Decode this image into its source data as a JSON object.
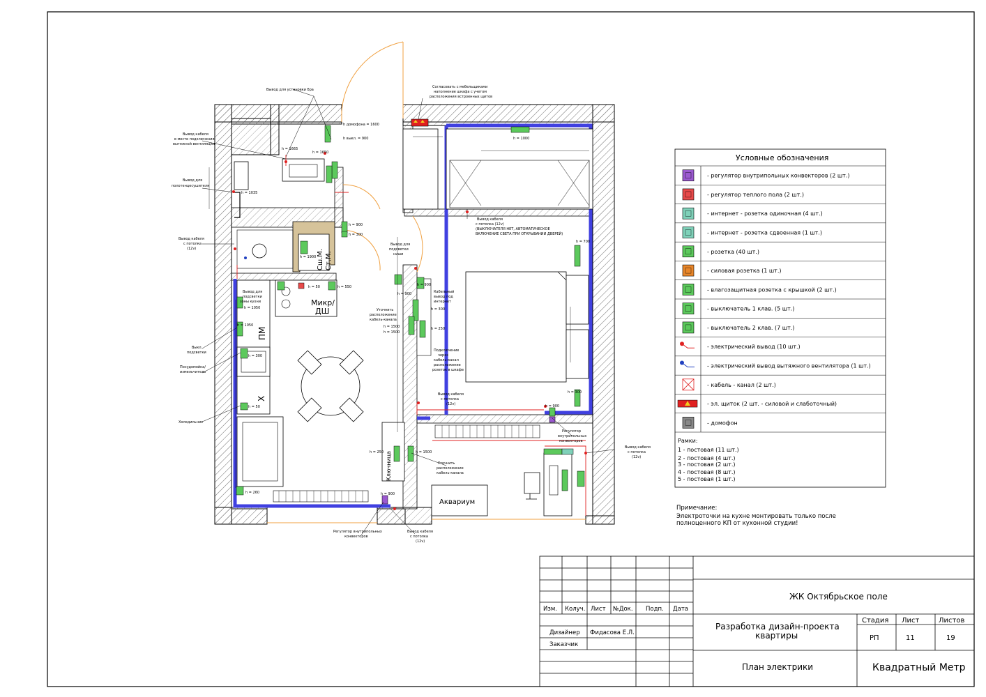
{
  "legend": {
    "title": "Условные обозначения",
    "items": [
      {
        "label": "- регулятор внутрипольных конвекторов (2 шт.)",
        "icon": "convector-regulator-icon",
        "color": "#9b59d0"
      },
      {
        "label": "- регулятор теплого пола (2 шт.)",
        "icon": "floor-heating-regulator-icon",
        "color": "#e84a4a"
      },
      {
        "label": "- интернет - розетка одиночная (4 шт.)",
        "icon": "internet-socket-single-icon",
        "color": "#7fd1b9"
      },
      {
        "label": "- интернет - розетка сдвоенная (1 шт.)",
        "icon": "internet-socket-double-icon",
        "color": "#7fd1b9"
      },
      {
        "label": "- розетка (40 шт.)",
        "icon": "socket-icon",
        "color": "#5cc95c"
      },
      {
        "label": "- силовая розетка (1 шт.)",
        "icon": "power-socket-icon",
        "color": "#e8862a"
      },
      {
        "label": "- влагозащитная розетка с крышкой (2 шт.)",
        "icon": "waterproof-socket-icon",
        "color": "#5cc95c"
      },
      {
        "label": "- выключатель 1 клав. (5 шт.)",
        "icon": "switch-1-key-icon",
        "color": "#5cc95c"
      },
      {
        "label": "- выключатель 2 клав. (7 шт.)",
        "icon": "switch-2-key-icon",
        "color": "#5cc95c"
      },
      {
        "label": "- электрический вывод (10 шт.)",
        "icon": "electric-outlet-point-icon",
        "color": "#e02020"
      },
      {
        "label": "- электрический вывод вытяжного вентилятора (1 шт.)",
        "icon": "fan-outlet-point-icon",
        "color": "#2040c0"
      },
      {
        "label": "- кабель - канал (2 шт.)",
        "icon": "cable-channel-icon",
        "color": "#e02020"
      },
      {
        "label": "- эл. щиток (2 шт. - силовой и слаботочный)",
        "icon": "electric-panel-icon",
        "color": "#e02020"
      },
      {
        "label": "- домофон",
        "icon": "intercom-icon",
        "color": "#888888"
      }
    ],
    "frames_title": "Рамки:",
    "frames": [
      "1 - постовая (11 шт.)",
      "2 - постовая (4 шт.)",
      "3 - постовая (2 шт.)",
      "4 - постовая (8 шт.)",
      "5 - постовая (1 шт.)"
    ]
  },
  "note": {
    "title": "Примечание:",
    "lines": [
      "Электроточки на кухне монтировать только после",
      "полноценного КП от кухонной студии!"
    ]
  },
  "titleblock": {
    "project": "ЖК Октябрьское поле",
    "headers": [
      "Изм.",
      "Колуч.",
      "Лист",
      "№Док.",
      "Подп.",
      "Дата"
    ],
    "designer_role": "Дизайнер",
    "designer_name": "Фидасова Е.Л.",
    "customer_role": "Заказчик",
    "work_line1": "Разработка дизайн-проекта",
    "work_line2": "квартиры",
    "stage_label": "Стадия",
    "sheet_label": "Лист",
    "sheets_label": "Листов",
    "stage": "РП",
    "sheet": "11",
    "sheets": "19",
    "drawing": "План электрики",
    "company": "Квадратный Метр"
  },
  "plan": {
    "rooms": {
      "washer": "Сш.М.",
      "washer2": "Ст.М.",
      "micro1": "Микр/",
      "micro2": "ДШ",
      "dishwasher": "ПМ",
      "fridge": "Х",
      "wardrobe": "Ключница",
      "aquarium": "Аквариум"
    },
    "notes": {
      "door_outlet": "Вывод для установки бра",
      "panel_agree1": "Согласовать с мебельщиками",
      "panel_agree2": "наполнение шкафа с учетом",
      "panel_agree3": "расположения встроенных щитов",
      "intercom_h": "h домофона = 1600",
      "cable_fan1": "Вывод кабеля",
      "cable_fan2": "в месте подключения",
      "cable_fan3": "вытяжной вентиляции",
      "towel1": "Вывод для",
      "towel2": "полотенцесушителя",
      "ceiling_cable1": "Вывод кабеля",
      "ceiling_cable2": "с потолка",
      "ceiling_cable3": "(12v)",
      "ceiling_bed1": "Вывод кабеля",
      "ceiling_bed2": "с потолка (12v)",
      "ceiling_bed3": "(ВЫКЛЮЧАТЕЛЯ НЕТ, АВТОМАТИЧЕСКОЕ",
      "ceiling_bed4": "ВКЛЮЧЕНИЕ СВЕТА ПРИ ОТКРЫВАНИИ ДВЕРЕЙ)",
      "niche1": "Вывод для",
      "niche2": "подсветки",
      "niche3": "ниши",
      "cable_internet1": "Кабельный",
      "cable_internet2": "вывод под",
      "cable_internet3": "интернет",
      "clarify1": "Уточнить",
      "clarify2": "расположение",
      "clarify3": "кабель-канала",
      "connect1": "Подключение",
      "connect2": "через",
      "connect3": "кабель-канал",
      "connect4": "расположение",
      "connect5": "розеток в шкафе",
      "kitchen_light1": "Вывод для",
      "kitchen_light2": "подсветки",
      "kitchen_light3": "зоны кухни",
      "backlight_sw1": "Выкл.",
      "backlight_sw2": "подсветки",
      "dish1": "Посудомойка/",
      "dish2": "измельчитель",
      "fridge_label": "Холодильник",
      "bottom_reg1": "Регулятор внутрипольных",
      "bottom_reg2": "конвекторов",
      "bottom_cable1": "Вывод кабеля",
      "bottom_cable2": "с потолка",
      "bottom_cable3": "(12v)",
      "clarify_b1": "Уточнить",
      "clarify_b2": "расположение",
      "clarify_b3": "кабель-канала",
      "reg_right1": "Регулятор",
      "reg_right2": "внутрипольных",
      "reg_right3": "конвекторов",
      "right_cable1": "Вывод кабеля",
      "right_cable2": "с потолка",
      "right_cable3": "(12v)",
      "mid_cable1": "Вывод кабеля",
      "mid_cable2": "с потолка",
      "mid_cable3": "(12v)"
    },
    "heights": {
      "h1600": "h домофона = 1600",
      "h900a": "h выкл. = 900",
      "h1035": "h = 1035",
      "h1000": "h = 1000",
      "h900b": "h = 900",
      "h300a": "h = 300",
      "h700": "h = 700",
      "h1900": "h = 1900",
      "h900c": "h = 900",
      "h300b": "h = 300",
      "h250a": "h = 250",
      "h1500a": "h = 1500",
      "h1500b": "h = 1500",
      "h50a": "h = 50",
      "h550": "h = 550",
      "h1050a": "h = 1050",
      "h1050b": "h = 1050",
      "h300c": "h = 300",
      "h50b": "h = 50",
      "h260": "h = 260",
      "h900d": "h = 900",
      "h250b": "h = 250",
      "h1500c": "h = 1500",
      "h900e": "h = 900",
      "h300d": "h = 300",
      "h1650": "h = 1650",
      "h1665": "h = 1665",
      "h900f": "h = 900"
    }
  }
}
